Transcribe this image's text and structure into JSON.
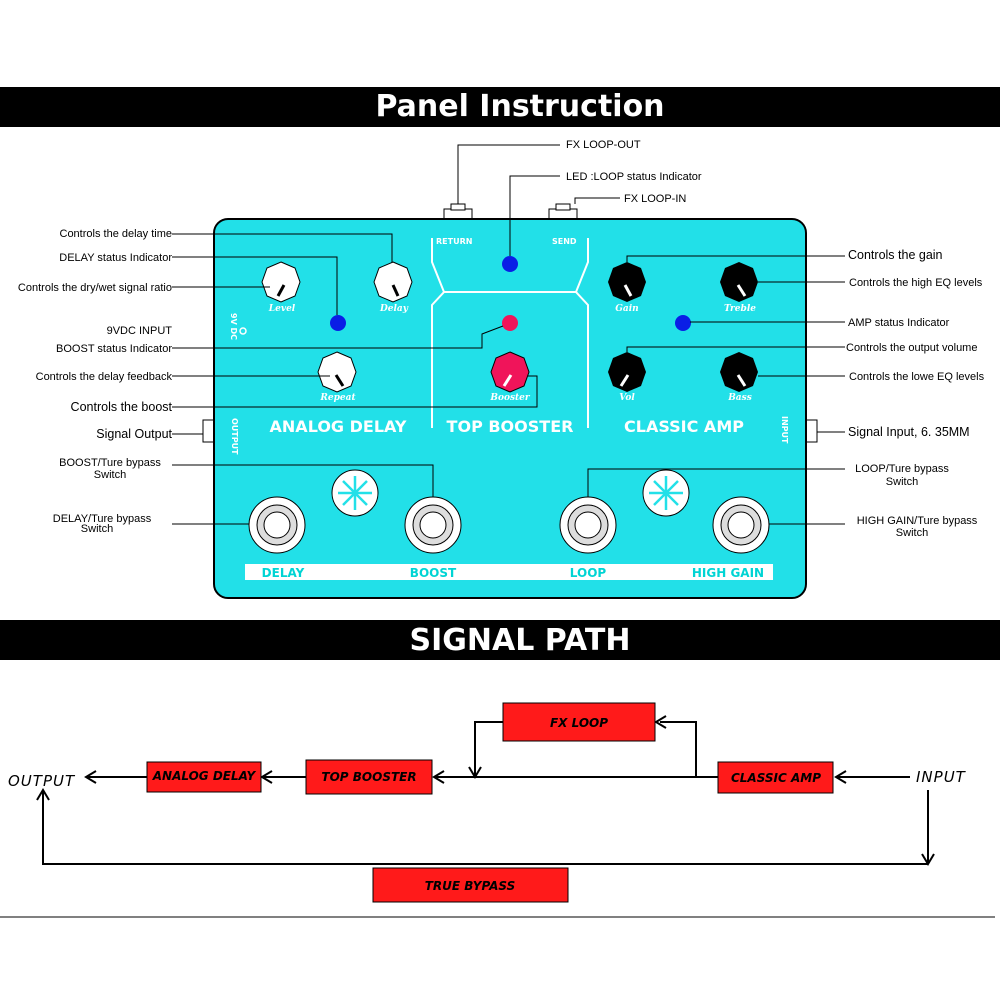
{
  "headers": {
    "panel": "Panel Instruction",
    "signal": "SIGNAL PATH"
  },
  "pedal": {
    "sections": [
      "ANALOG DELAY",
      "TOP BOOSTER",
      "CLASSIC AMP"
    ],
    "jacks": {
      "output": "OUTPUT",
      "input": "INPUT",
      "return": "RETURN",
      "send": "SEND",
      "dc": "9V DC"
    },
    "knobs": [
      "Level",
      "Delay",
      "Repeat",
      "Booster",
      "Gain",
      "Treble",
      "Vol",
      "Bass"
    ],
    "switches": [
      "DELAY",
      "BOOST",
      "LOOP",
      "HIGH GAIN"
    ]
  },
  "callouts": {
    "delay_time": "Controls the delay time",
    "delay_led": "DELAY status Indicator",
    "dry_wet": "Controls the dry/wet signal ratio",
    "dc_input": "9VDC   INPUT",
    "boost_led": "BOOST status Indicator",
    "feedback": "Controls the delay feedback",
    "boost": "Controls the boost",
    "signal_output": "Signal Output",
    "boost_switch_1": "BOOST/Ture bypass",
    "boost_switch_2": "Switch",
    "delay_switch_1": "DELAY/Ture bypass",
    "delay_switch_2": "Switch",
    "fx_out": "FX LOOP-OUT",
    "loop_led": "LED :LOOP status Indicator",
    "fx_in": "FX LOOP-IN",
    "gain": "Controls the gain",
    "treble": "Controls the high EQ levels",
    "amp_led": "AMP status Indicator",
    "volume": "Controls the output volume",
    "bass": "Controls the lowe EQ levels",
    "signal_input": "Signal Input, 6. 35MM",
    "loop_switch_1": "LOOP/Ture bypass",
    "loop_switch_2": "Switch",
    "highgain_switch_1": "HIGH GAIN/Ture bypass",
    "highgain_switch_2": "Switch"
  },
  "signal_path": {
    "output": "OUTPUT",
    "input": "INPUT",
    "fx_loop": "FX LOOP",
    "analog_delay": "ANALOG DELAY",
    "top_booster": "TOP BOOSTER",
    "classic_amp": "CLASSIC AMP",
    "true_bypass": "TRUE BYPASS"
  },
  "colors": {
    "pedal": "#22e0e8",
    "box": "#ff1a1a",
    "led_blue": "#0a1ee6",
    "led_pink": "#f0145a",
    "booster_knob": "#f0145a"
  }
}
